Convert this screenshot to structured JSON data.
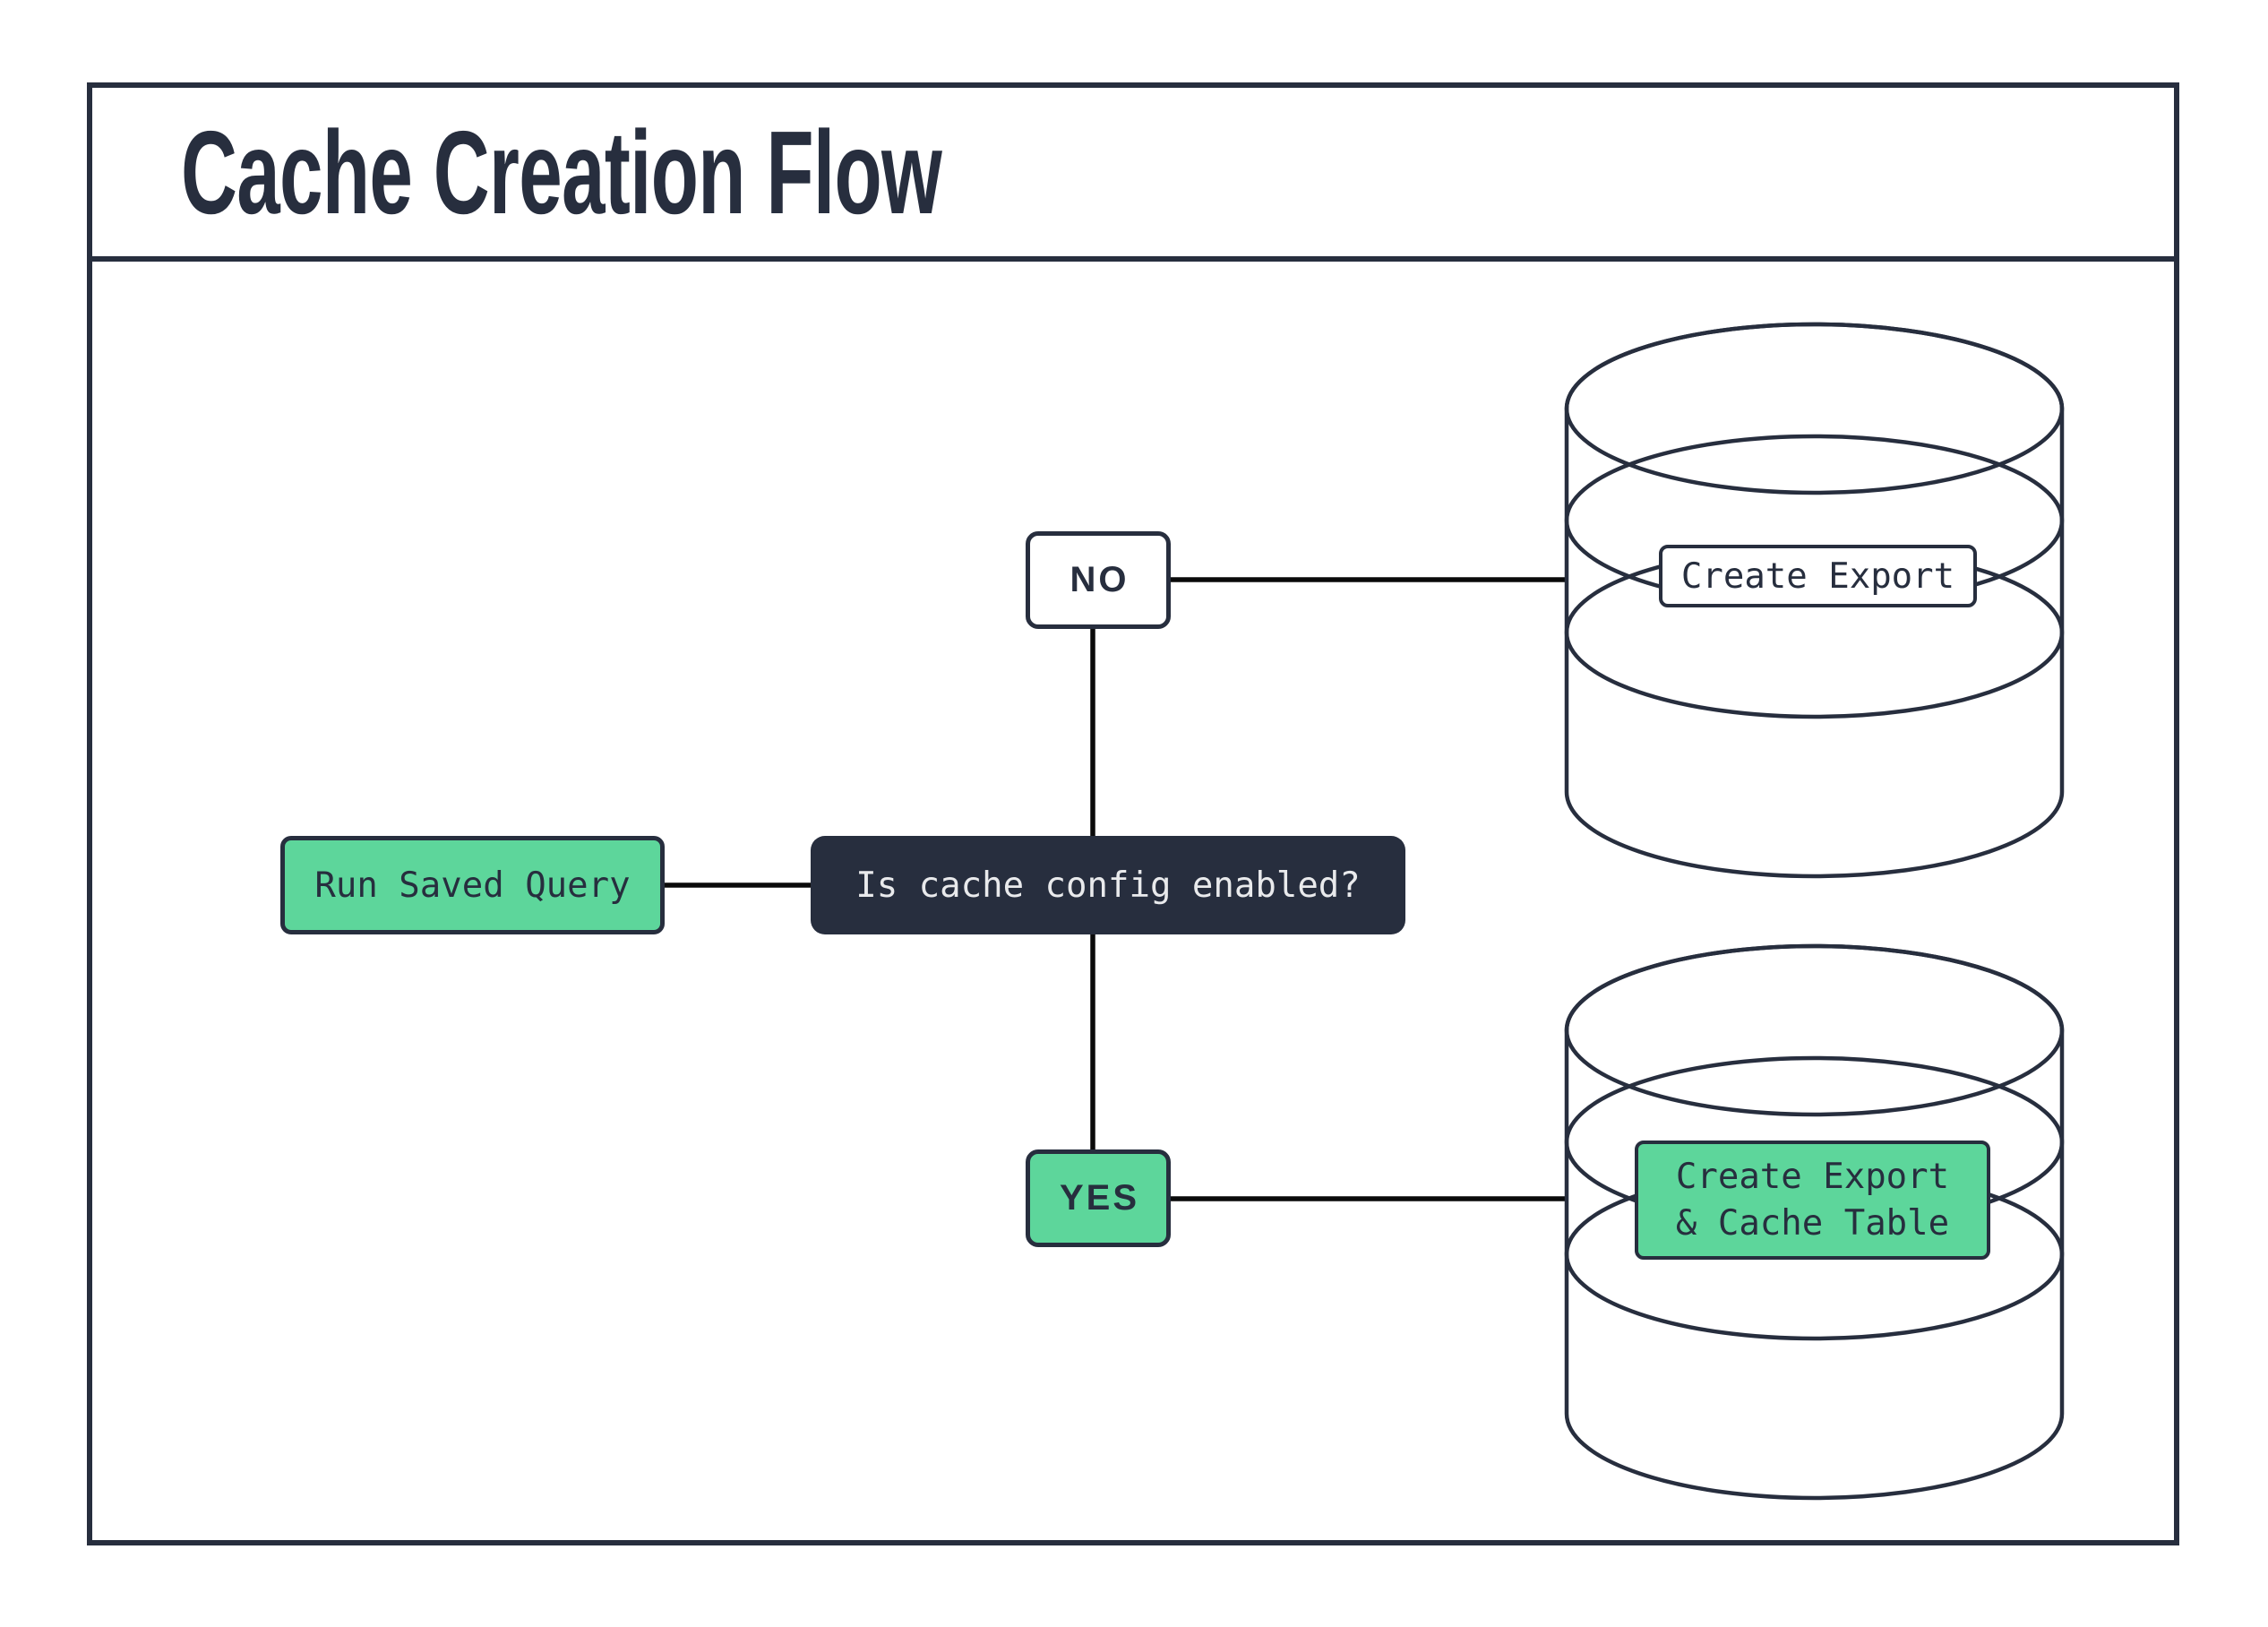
{
  "title": "Cache Creation Flow",
  "colors": {
    "navy": "#272E3E",
    "green": "#5DD69B",
    "line": "#0A0A0A",
    "light_text": "#E9EAEC",
    "white": "#FFFFFF"
  },
  "flow": {
    "start": {
      "label": "Run Saved Query"
    },
    "decision": {
      "label": "Is cache config enabled?"
    },
    "no_branch": {
      "label": "NO",
      "target_database_label": "Create Export"
    },
    "yes_branch": {
      "label": "YES",
      "target_database_label_line1": "Create Export",
      "target_database_label_line2": "& Cache Table"
    }
  }
}
